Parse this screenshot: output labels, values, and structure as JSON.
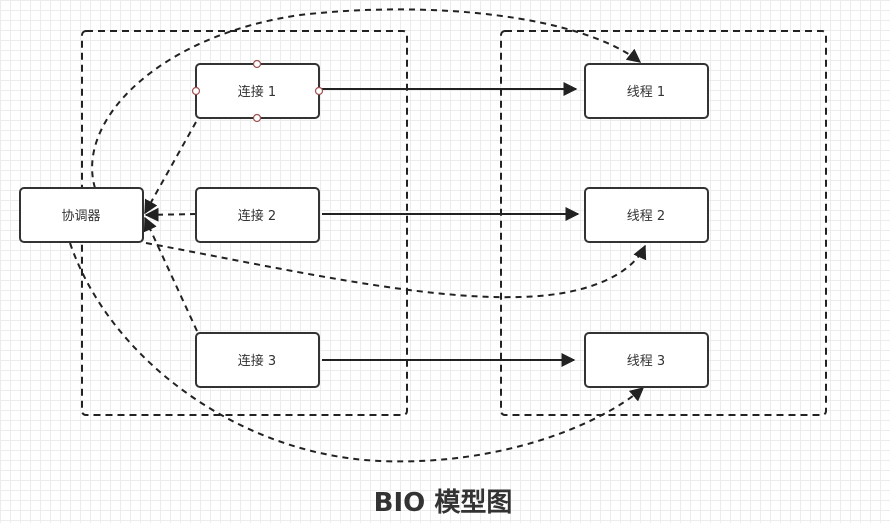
{
  "diagram": {
    "title": "BIO 模型图",
    "nodes": {
      "coordinator": "协调器",
      "conn1": "连接 1",
      "conn2": "连接 2",
      "conn3": "连接 3",
      "thread1": "线程 1",
      "thread2": "线程 2",
      "thread3": "线程 3"
    }
  }
}
